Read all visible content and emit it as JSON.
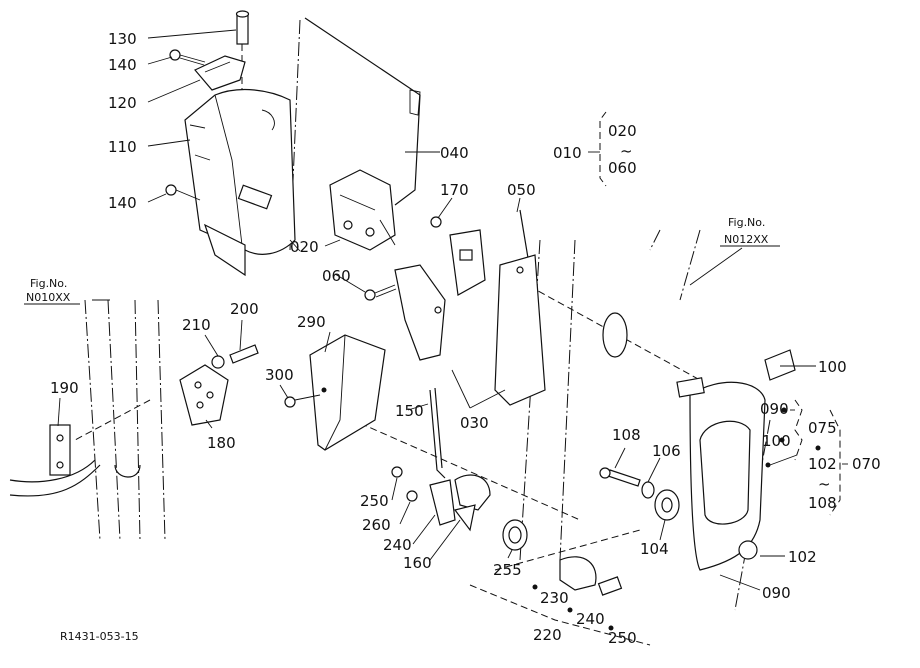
{
  "diagram": {
    "drawing_code": "R1431-053-15",
    "fig_refs": [
      {
        "id": "fig-left",
        "line1": "Fig.No.",
        "line2": "N010XX"
      },
      {
        "id": "fig-right",
        "line1": "Fig.No.",
        "line2": "N012XX"
      }
    ],
    "labels": {
      "l130": "130",
      "l140a": "140",
      "l120": "120",
      "l110": "110",
      "l140b": "140",
      "l040": "040",
      "l010": "010",
      "l020top": "020",
      "l060top": "060",
      "l170": "170",
      "l050": "050",
      "l020": "020",
      "l060": "060",
      "l290": "290",
      "l200": "200",
      "l210": "210",
      "l300": "300",
      "l190": "190",
      "l180": "180",
      "l150": "150",
      "l030": "030",
      "l100a": "100",
      "l090a": "090",
      "l075": "075",
      "l100b": "100",
      "l102a": "102",
      "l070": "070",
      "l108a": "108",
      "l108b": "108",
      "l106": "106",
      "l250a": "250",
      "l260": "260",
      "l240a": "240",
      "l160": "160",
      "l255": "255",
      "l104": "104",
      "l102b": "102",
      "l090b": "090",
      "l230": "230",
      "l240b": "240",
      "l220": "220",
      "l250b": "250"
    },
    "tilde": "~"
  }
}
